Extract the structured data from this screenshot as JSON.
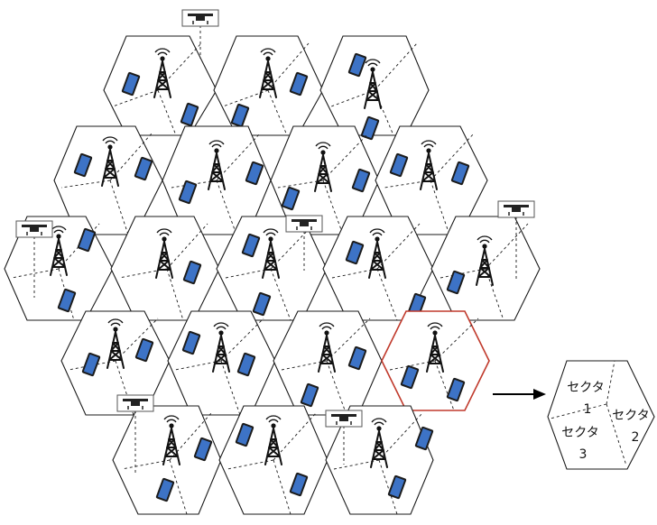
{
  "highlight_color": "#c0392b",
  "phone_color": "#3d73c6",
  "sector_hex": {
    "sectors": [
      {
        "label": "セクタ",
        "number": "1"
      },
      {
        "label": "セクタ",
        "number": "2"
      },
      {
        "label": "セクタ",
        "number": "3"
      }
    ]
  },
  "icons": {
    "base_station": "cell-tower-icon",
    "user_equipment": "smartphone-icon",
    "uav": "drone-icon"
  }
}
